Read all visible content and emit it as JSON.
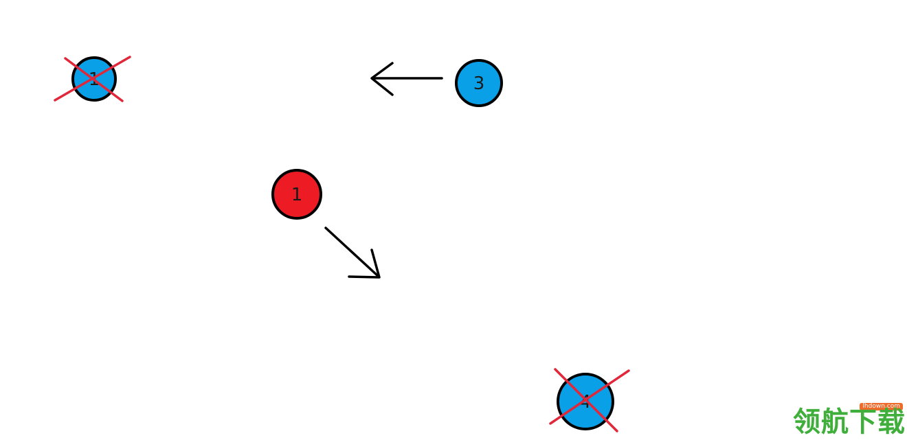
{
  "balls": [
    {
      "id": "ball-1-blue",
      "label": "1",
      "color": "#0aa0e8",
      "crossed": true
    },
    {
      "id": "ball-3-blue",
      "label": "3",
      "color": "#0aa0e8",
      "crossed": false
    },
    {
      "id": "ball-1-red",
      "label": "1",
      "color": "#ed1c24",
      "crossed": false
    },
    {
      "id": "ball-4-blue",
      "label": "4",
      "color": "#0aa0e8",
      "crossed": true
    }
  ],
  "colors": {
    "blue": "#0aa0e8",
    "red": "#ed1c24",
    "cross": "#e0283a",
    "outline": "#000000",
    "watermark_green": "#3fae3a",
    "watermark_orange": "#f06b2a"
  },
  "arrows": [
    {
      "name": "arrow-left",
      "direction": "left"
    },
    {
      "name": "arrow-down-right",
      "direction": "down-right"
    }
  ],
  "watermark": {
    "url": "lhdown.com",
    "text": "领航下载"
  }
}
